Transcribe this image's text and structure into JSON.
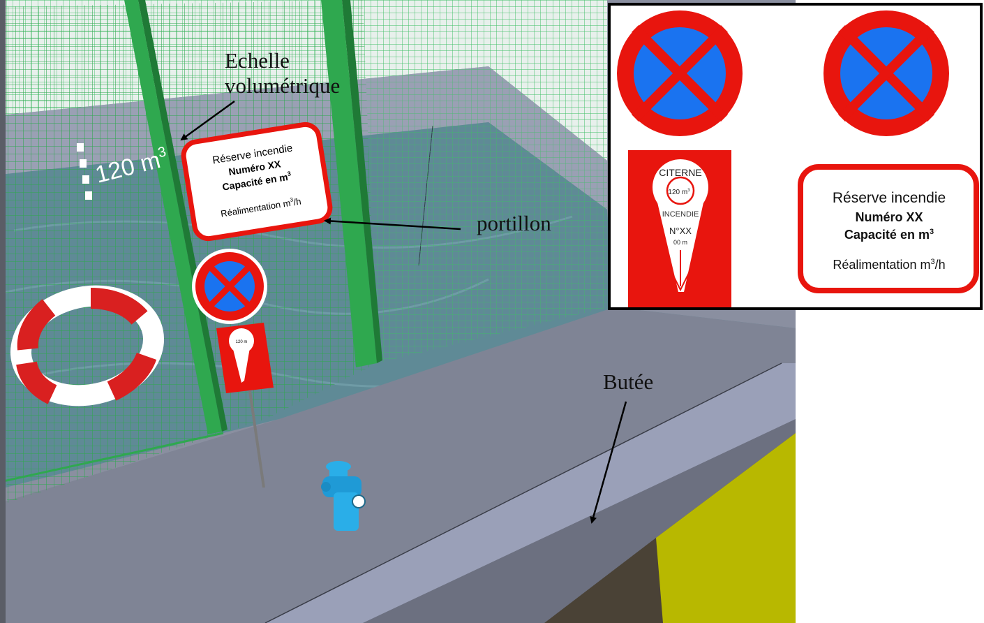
{
  "labels": {
    "echelle_line1": "Echelle",
    "echelle_line2": "volumétrique",
    "portillon": "portillon",
    "butee": "Butée",
    "volume_marker": "120 m",
    "volume_marker_sup": "3"
  },
  "sign_panel": {
    "line1": "Réserve incendie",
    "line2": "Numéro XX",
    "line3": "Capacité en m",
    "line3_sup": "3",
    "line4": "Réalimentation m",
    "line4_sup": "3",
    "line4_suffix": "/h"
  },
  "citerne_sign": {
    "top_text": "CITERNE",
    "capacity": "120 m",
    "capacity_sup": "3",
    "incendie": "INCENDIE",
    "numero": "N°XX",
    "distance": "00 m"
  },
  "colors": {
    "sign_red": "#e8150e",
    "sign_blue": "#1a73f0",
    "fence_green": "#2fa84f",
    "water": "#5f8a96",
    "ground": "#7f8495",
    "yellow_wall": "#b8b800",
    "hydrant": "#2aaee8"
  }
}
